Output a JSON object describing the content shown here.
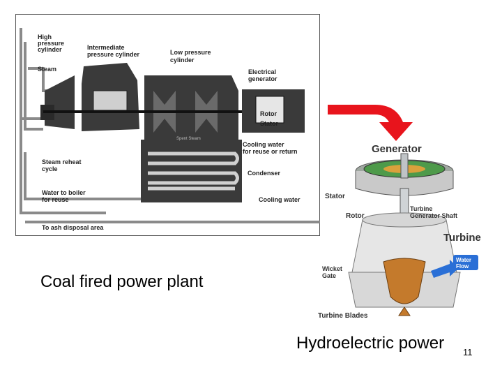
{
  "slide": {
    "coal_caption": "Coal fired power plant",
    "hydro_caption": "Hydroelectric power",
    "page_number": "11"
  },
  "coal_diagram": {
    "labels": {
      "high_pressure": [
        "High",
        "pressure",
        "cylinder"
      ],
      "intermediate": [
        "Intermediate",
        "pressure cylinder"
      ],
      "low_pressure": [
        "Low pressure",
        "cylinder"
      ],
      "steam": "Steam",
      "electrical_generator": [
        "Electrical",
        "generator"
      ],
      "rotor": "Rotor",
      "stator": "Stator",
      "spent_steam": "Spent Steam",
      "cooling_water_reuse": [
        "Cooling water",
        "for reuse or return"
      ],
      "steam_reheat": [
        "Steam reheat",
        "cycle"
      ],
      "condenser": "Condenser",
      "water_to_boiler": [
        "Water to boiler",
        "for reuse"
      ],
      "cooling_water": "Cooling water",
      "ash_disposal": "To ash disposal area"
    }
  },
  "hydro_diagram": {
    "labels": {
      "generator": "Generator",
      "stator": "Stator",
      "rotor": "Rotor",
      "turbine_generator_shaft": [
        "Turbine",
        "Generator Shaft"
      ],
      "turbine": "Turbine",
      "water_flow": [
        "Water",
        "Flow"
      ],
      "wicket_gate": [
        "Wicket",
        "Gate"
      ],
      "turbine_blades": "Turbine Blades"
    }
  },
  "colors": {
    "plant_dark": "#3a3a3a",
    "pipe_gray": "#8a8a8a",
    "arrow_red": "#e8141c",
    "water_blue": "#2a6fd6",
    "bronze": "#c47a2c"
  }
}
